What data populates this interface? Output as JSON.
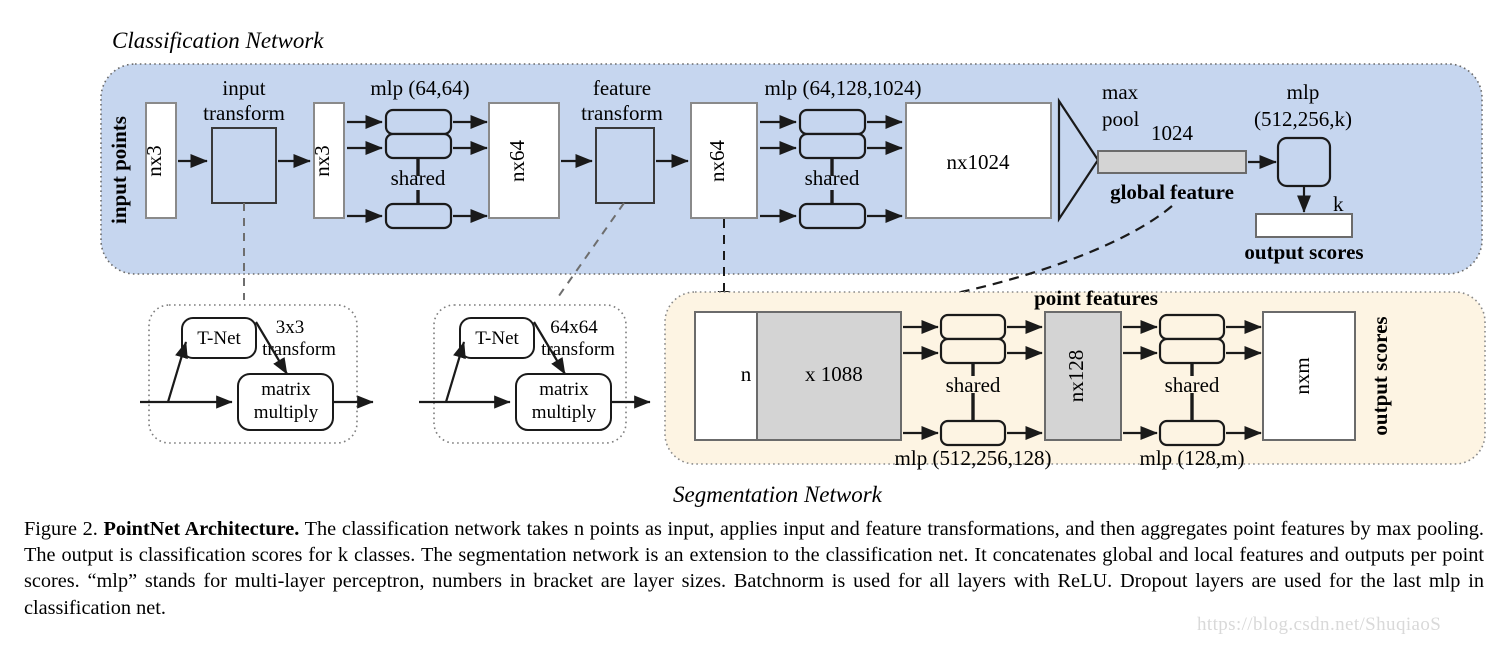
{
  "figure": {
    "label": "Figure 2.",
    "title": "PointNet Architecture.",
    "caption": "The classification network takes n points as input, applies input and feature transformations, and then aggregates point features by max pooling. The output is classification scores for k classes. The segmentation network is an extension to the classification net. It concatenates global and local features and outputs per point scores. “mlp” stands for multi-layer perceptron, numbers in bracket are layer sizes. Batchnorm is used for all layers with ReLU. Dropout layers are used for the last mlp in classification net."
  },
  "watermark": "https://blog.csdn.net/ShuqiaoS",
  "colors": {
    "classification_panel": "#c6d6ef",
    "segmentation_panel": "#fdf4e3",
    "gray_block": "#d4d4d4",
    "white_block": "#ffffff",
    "stroke": "#1a1a1a",
    "block_border": "#777777"
  },
  "classification": {
    "title": "Classification Network",
    "input_label": "input points",
    "blocks": {
      "nx3_in": "nx3",
      "input_transform": "input\ntransform",
      "input_transform_line1": "input",
      "input_transform_line2": "transform",
      "nx3_out": "nx3",
      "mlp1": "mlp (64,64)",
      "shared1": "shared",
      "nx64_a": "nx64",
      "feature_transform_line1": "feature",
      "feature_transform_line2": "transform",
      "nx64_b": "nx64",
      "mlp2": "mlp (64,128,1024)",
      "shared2": "shared",
      "nx1024": "nx1024",
      "maxpool_line1": "max",
      "maxpool_line2": "pool",
      "global_size": "1024",
      "global_feature": "global feature",
      "mlp3_line1": "mlp",
      "mlp3_line2": "(512,256,k)",
      "k_label": "k",
      "output_scores": "output scores"
    }
  },
  "tnet_small": {
    "tnet_label": "T-Net",
    "transform_line1": "3x3",
    "transform_line2": "transform",
    "matrix_line1": "matrix",
    "matrix_line2": "multiply"
  },
  "tnet_large": {
    "tnet_label": "T-Net",
    "transform_line1": "64x64",
    "transform_line2": "transform",
    "matrix_line1": "matrix",
    "matrix_line2": "multiply"
  },
  "segmentation": {
    "title": "Segmentation Network",
    "point_features": "point features",
    "output_scores": "output scores",
    "blocks": {
      "concat_n": "n",
      "concat_x1088": "x 1088",
      "mlp1": "mlp (512,256,128)",
      "shared1": "shared",
      "nx128": "nx128",
      "mlp2": "mlp (128,m)",
      "shared2": "shared",
      "nxm": "nxm"
    }
  }
}
